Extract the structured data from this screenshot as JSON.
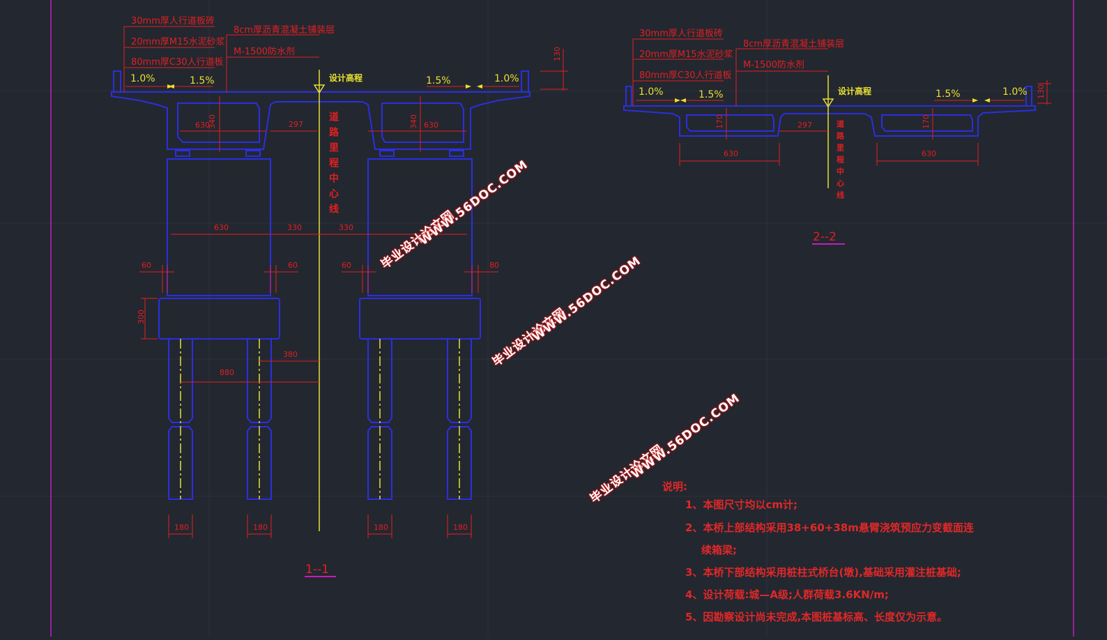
{
  "colors": {
    "background": "#232730",
    "structure": "#2a2fe0",
    "dimension": "#e02020",
    "centerline": "#e8e030",
    "frame": "#c020c0",
    "notes": "#e02828"
  },
  "section_1": {
    "layers": [
      "30mm厚人行道板砖",
      "20mm厚M15水泥砂浆",
      "80mm厚C30人行道板"
    ],
    "pavement": [
      "8cm厚沥青混凝土铺装层",
      "M-1500防水剂"
    ],
    "design_elevation": "设计高程",
    "centerline_label": "道路里程中心线",
    "slopes": [
      "1.0%",
      "1.5%",
      "1.5%",
      "1.0%"
    ],
    "dims": {
      "d630a": "630",
      "d340a": "340",
      "d297": "297",
      "d340b": "340",
      "d630b": "630",
      "d130": "130",
      "d630c": "630",
      "d330a": "330",
      "d330b": "330",
      "d60a": "60",
      "d60b": "60",
      "d60c": "60",
      "d80": "80",
      "d300": "300",
      "d380": "380",
      "d880": "880",
      "d180a": "180",
      "d180b": "180",
      "d180c": "180",
      "d180d": "180"
    },
    "label": "1--1"
  },
  "section_2": {
    "layers": [
      "30mm厚人行道板砖",
      "20mm厚M15水泥砂浆",
      "80mm厚C30人行道板"
    ],
    "pavement": [
      "8cm厚沥青混凝土铺装层",
      "M-1500防水剂"
    ],
    "design_elevation": "设计高程",
    "centerline_label": "道路里程中心线",
    "slopes": [
      "1.0%",
      "1.5%",
      "1.5%",
      "1.0%"
    ],
    "dims": {
      "d170a": "170",
      "d297": "297",
      "d170b": "170",
      "d630a": "630",
      "d630b": "630",
      "d130": "130"
    },
    "label": "2--2"
  },
  "notes": {
    "title": "说明:",
    "items": [
      "1、本图尺寸均以cm计;",
      "2、本桥上部结构采用38+60+38m悬臂浇筑预应力变截面连",
      "续箱梁;",
      "3、本桥下部结构采用桩柱式桥台(墩),基础采用灌注桩基础;",
      "4、设计荷载:城—A级;人群荷载3.6KN/m;",
      "5、因勘察设计尚未完成,本图桩基标高、长度仅为示意。"
    ]
  },
  "watermarks": [
    {
      "cn": "毕业设计论文网",
      "url": "WWW.56DOC.COM"
    },
    {
      "cn": "毕业设计论文网",
      "url": "WWW.56DOC.COM"
    },
    {
      "cn": "毕业设计论文网",
      "url": "WWW.56DOC.COM"
    }
  ]
}
